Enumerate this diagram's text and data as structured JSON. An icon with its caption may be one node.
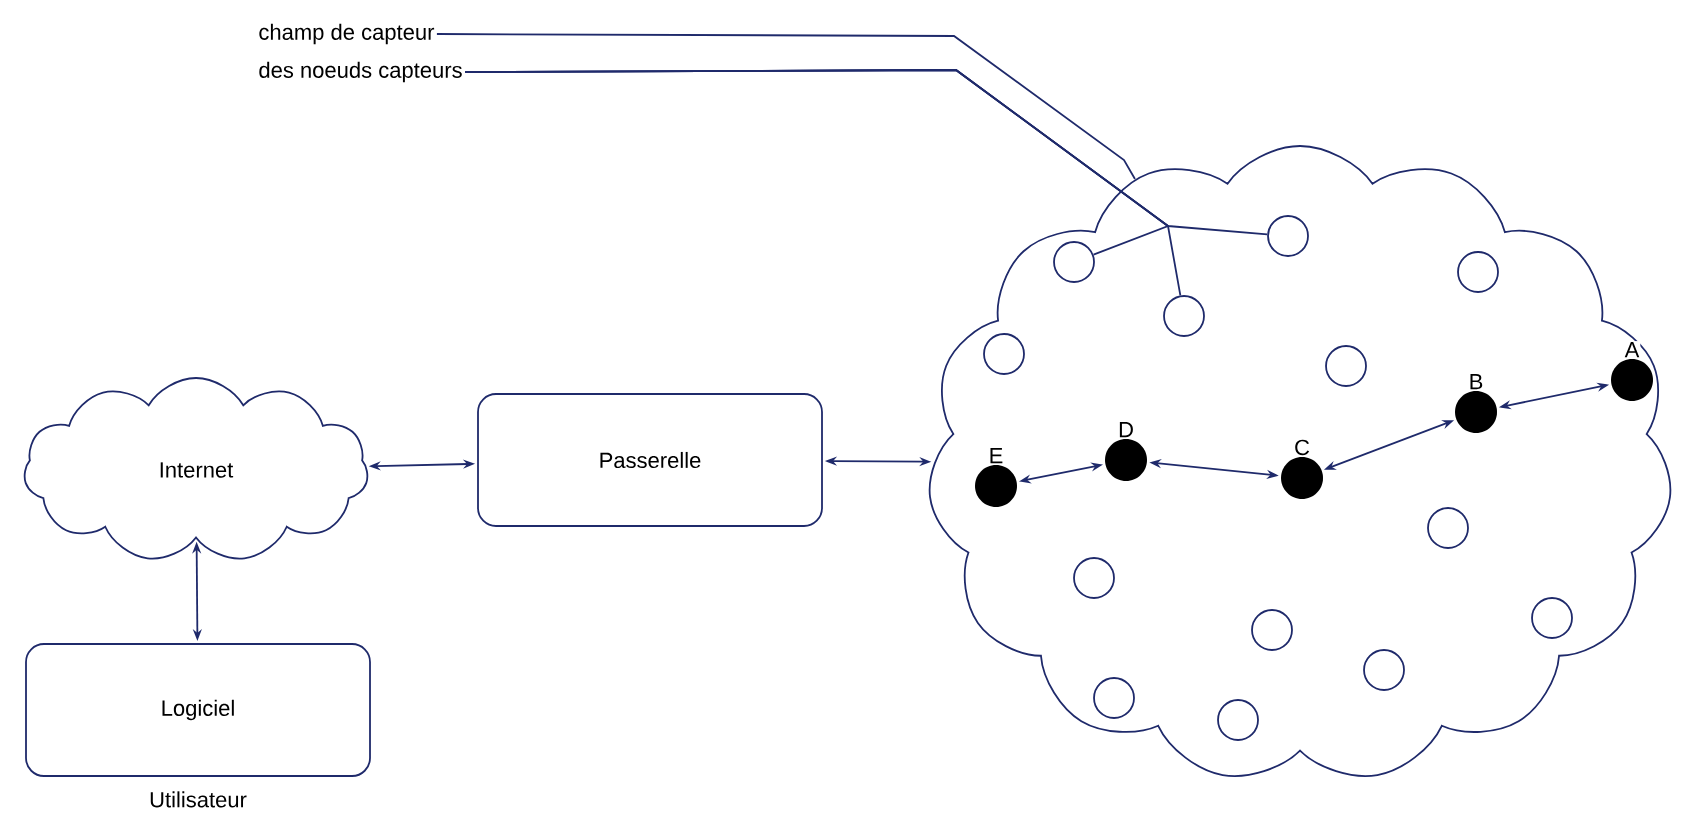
{
  "diagram": {
    "nodes": [
      {
        "text": [
          "champ de capteur"
        ]
      },
      {
        "text": [
          "des noeuds capteurs"
        ]
      },
      {
        "text": [
          "Internet"
        ]
      },
      {
        "text": [
          "Passerelle"
        ]
      },
      {
        "text": [
          "Logiciel"
        ],
        "beside": [
          "Utilisateur"
        ]
      },
      {
        "text": [],
        "shape": "cloud"
      },
      {
        "text": [],
        "shape": "circle",
        "in": 5
      },
      {
        "text": [],
        "shape": "circle",
        "in": 5
      },
      {
        "text": [],
        "shape": "circle",
        "in": 5
      },
      {
        "text": [],
        "shape": "circle",
        "in": 5
      },
      {
        "text": [],
        "shape": "circle",
        "in": 5
      },
      {
        "text": [],
        "shape": "circle",
        "in": 5
      },
      {
        "text": [],
        "shape": "circle",
        "in": 5
      },
      {
        "text": [],
        "shape": "circle",
        "in": 5
      },
      {
        "text": [],
        "shape": "circle",
        "in": 5
      },
      {
        "text": [],
        "shape": "circle",
        "in": 5
      },
      {
        "text": [],
        "shape": "circle",
        "in": 5
      },
      {
        "text": [],
        "shape": "circle",
        "in": 5
      },
      {
        "text": [],
        "shape": "circle",
        "in": 5
      },
      {
        "text": [
          "E"
        ],
        "in": 5
      },
      {
        "text": [
          "D"
        ],
        "in": 5
      },
      {
        "text": [
          "C"
        ],
        "in": 5
      },
      {
        "text": [
          "B"
        ],
        "in": 5
      },
      {
        "text": [
          "A"
        ],
        "in": 5
      }
    ],
    "edges": [
      {
        "from": 0,
        "to": 5,
        "arrow": "none"
      },
      {
        "from": 1,
        "to": 7,
        "arrow": "none"
      },
      {
        "from": 1,
        "to": 10,
        "arrow": "none"
      },
      {
        "from": 1,
        "to": 13,
        "arrow": "none"
      },
      {
        "from": 2,
        "to": 3,
        "arrow": "both"
      },
      {
        "from": 3,
        "to": 5,
        "arrow": "both"
      },
      {
        "from": 2,
        "to": 4,
        "arrow": "both"
      },
      {
        "from": 19,
        "to": 20,
        "arrow": "both"
      },
      {
        "from": 20,
        "to": 21,
        "arrow": "both"
      },
      {
        "from": 21,
        "to": 22,
        "arrow": "both"
      },
      {
        "from": 22,
        "to": 23,
        "arrow": "both"
      }
    ]
  }
}
